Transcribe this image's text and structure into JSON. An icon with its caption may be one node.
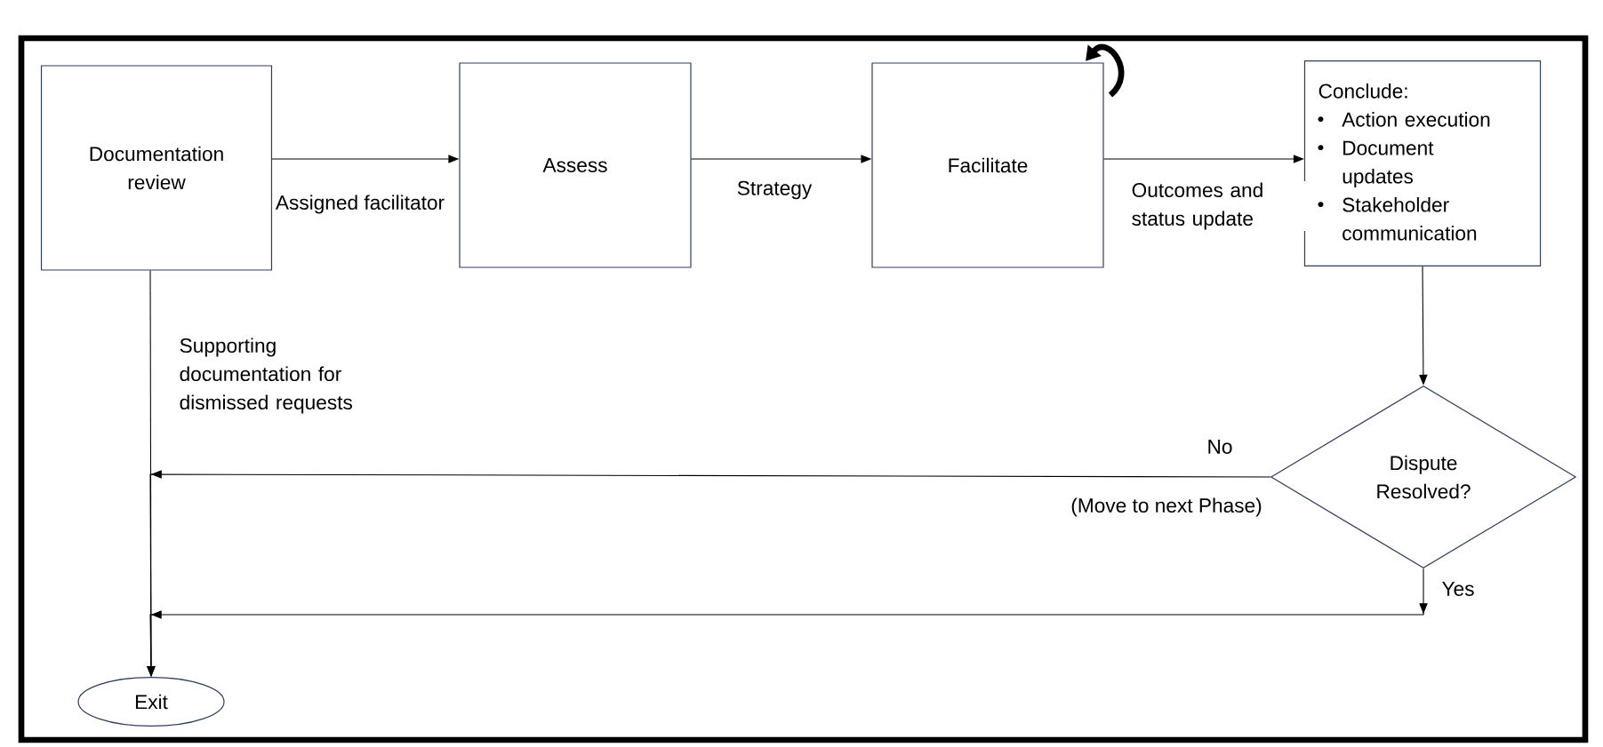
{
  "diagram": {
    "nodes": [
      {
        "text": [
          "Documentation review"
        ]
      },
      {
        "text": [
          "Assess"
        ]
      },
      {
        "text": [
          "Facilitate"
        ]
      },
      {
        "text": [
          "Conclude:",
          "Action execution",
          "Document updates",
          "Stakeholder communication"
        ]
      },
      {
        "text": [
          "Dispute Resolved?"
        ]
      },
      {
        "text": [
          "Exit"
        ]
      }
    ],
    "edges": [
      {
        "from": 0,
        "to": 1,
        "arrow": "to",
        "label": "Assigned facilitator"
      },
      {
        "from": 1,
        "to": 2,
        "arrow": "to",
        "label": "Strategy"
      },
      {
        "from": 2,
        "to": 3,
        "arrow": "to",
        "label": "Outcomes and status update"
      },
      {
        "from": 3,
        "to": 4,
        "arrow": "to"
      },
      {
        "from": 0,
        "to": 5,
        "arrow": "to",
        "label": "Supporting documentation for dismissed requests"
      },
      {
        "from": 4,
        "to": 5,
        "arrow": "to",
        "label": "No"
      },
      {
        "from": 4,
        "to": 5,
        "arrow": "to",
        "label": "Yes"
      }
    ],
    "labels": [
      "(Move to next Phase)"
    ]
  }
}
